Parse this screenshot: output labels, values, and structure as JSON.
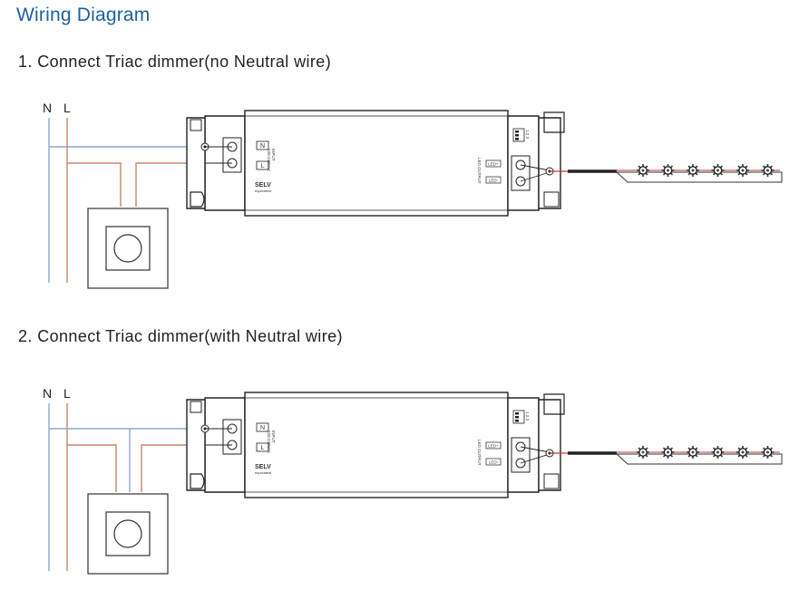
{
  "title": "Wiring Diagram",
  "sections": [
    {
      "label": "1. Connect Triac dimmer(no Neutral wire)",
      "terminals": {
        "n": "N",
        "l": "L"
      },
      "driver": {
        "input_n": "N",
        "input_l": "L",
        "selv": "SELV",
        "selv_sub": "equivalent",
        "input_caption": "INPUT\n220-240VAC",
        "output_caption": "LED OUTPUT",
        "led_plus": "LED+",
        "led_minus": "LED-",
        "dip": "1 2 3"
      },
      "neutral_to_dimmer": false
    },
    {
      "label": "2. Connect Triac dimmer(with Neutral wire)",
      "terminals": {
        "n": "N",
        "l": "L"
      },
      "driver": {
        "input_n": "N",
        "input_l": "L",
        "selv": "SELV",
        "selv_sub": "equivalent",
        "input_caption": "INPUT\n220-240VAC",
        "output_caption": "LED OUTPUT",
        "led_plus": "LED+",
        "led_minus": "LED-",
        "dip": "1 2 3"
      },
      "neutral_to_dimmer": true
    }
  ],
  "colors": {
    "neutral_wire": "#8aa9d6",
    "live_wire": "#c8866a",
    "led_wire": "#c0392b",
    "title": "#1f5fa3"
  },
  "led_count": 6
}
